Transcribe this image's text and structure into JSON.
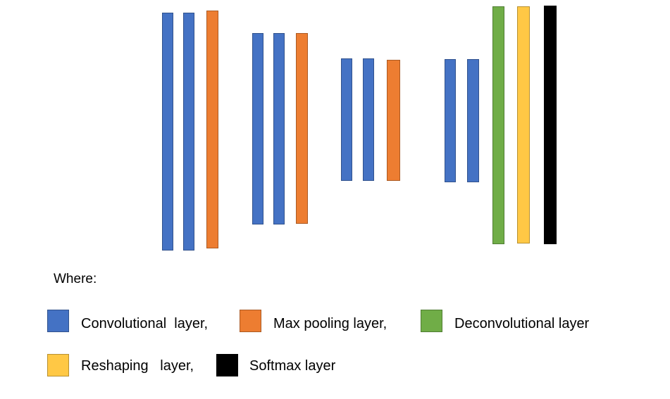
{
  "colors": {
    "convolutional": "#4472C4",
    "max_pooling": "#ED7D31",
    "deconvolutional": "#70AD47",
    "reshaping": "#FFC845",
    "softmax": "#000000"
  },
  "diagram": {
    "stages": [
      {
        "layers": [
          "convolutional",
          "convolutional",
          "max_pooling"
        ]
      },
      {
        "layers": [
          "convolutional",
          "convolutional",
          "max_pooling"
        ]
      },
      {
        "layers": [
          "convolutional",
          "convolutional",
          "max_pooling"
        ]
      },
      {
        "layers": [
          "convolutional",
          "convolutional",
          "deconvolutional",
          "reshaping",
          "softmax"
        ]
      }
    ]
  },
  "legend": {
    "heading": "Where:",
    "items": [
      {
        "type": "convolutional",
        "label": "Convolutional  layer,"
      },
      {
        "type": "max_pooling",
        "label": "Max pooling layer,"
      },
      {
        "type": "deconvolutional",
        "label": "Deconvolutional layer"
      },
      {
        "type": "reshaping",
        "label": "Reshaping   layer,"
      },
      {
        "type": "softmax",
        "label": "Softmax layer"
      }
    ]
  }
}
